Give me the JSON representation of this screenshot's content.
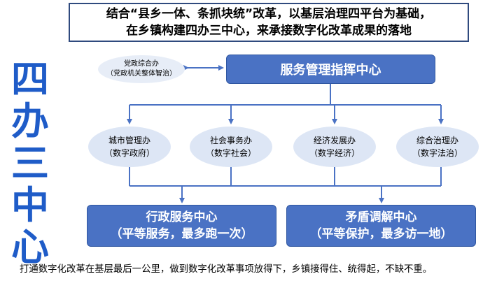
{
  "header": {
    "line1": "结合“县乡一体、条抓块统”改革，以基层治理四平台为基础，",
    "line2": "在乡镇构建四办三中心，来承接数字化改革成果的落地"
  },
  "side_title": [
    "四",
    "办",
    "三",
    "中",
    "心"
  ],
  "party_office": {
    "name": "党政综合办",
    "sub": "（党政机关整体智治）"
  },
  "command_center": "服务管理指挥中心",
  "offices": [
    {
      "name": "城市管理办",
      "sub": "（数字政府）"
    },
    {
      "name": "社会事务办",
      "sub": "（数字社会）"
    },
    {
      "name": "经济发展办",
      "sub": "（数字经济）"
    },
    {
      "name": "综合治理办",
      "sub": "（数字法治）"
    }
  ],
  "centers": [
    {
      "name": "行政服务中心",
      "sub": "（平等服务，最多跑一次）"
    },
    {
      "name": "矛盾调解中心",
      "sub": "（平等保护，最多访一地）"
    }
  ],
  "footer": "打通数字化改革在基层最后一公里，做到数字化改革事项放得下，乡镇接得住、统得起，不缺不重。",
  "colors": {
    "accent_blue": "#4a72c4",
    "title_blue": "#1f5cc8",
    "ellipse_fill": "#dde6f5",
    "connector": "#4a72c4"
  }
}
